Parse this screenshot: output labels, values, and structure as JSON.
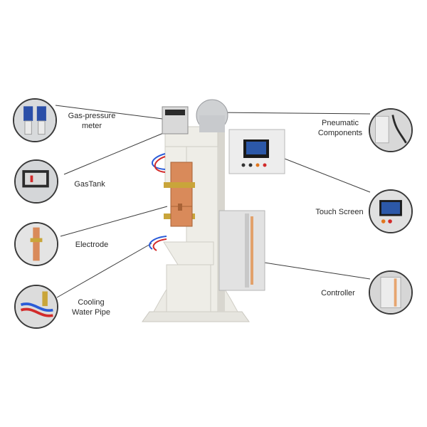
{
  "labels": {
    "gas_pressure_meter": [
      "Gas-pressure",
      "meter"
    ],
    "gas_tank": "GasTank",
    "electrode": "Electrode",
    "cooling_water_pipe": [
      "Cooling",
      "Water Pipe"
    ],
    "pneumatic_components": [
      "Pneumatic",
      "Components"
    ],
    "touch_screen": "Touch Screen",
    "controller": "Controller"
  },
  "colors": {
    "machine_body": "#e8e6df",
    "copper": "#d98a5a",
    "brass": "#c9a53a",
    "cabinet": "#e2e2e2",
    "panel_orange": "#e2761c",
    "screen_blue": "#2c58a8",
    "pipe_blue": "#2a5bd8",
    "pipe_red": "#d22a2a",
    "leader_line": "#3a3a3a"
  }
}
